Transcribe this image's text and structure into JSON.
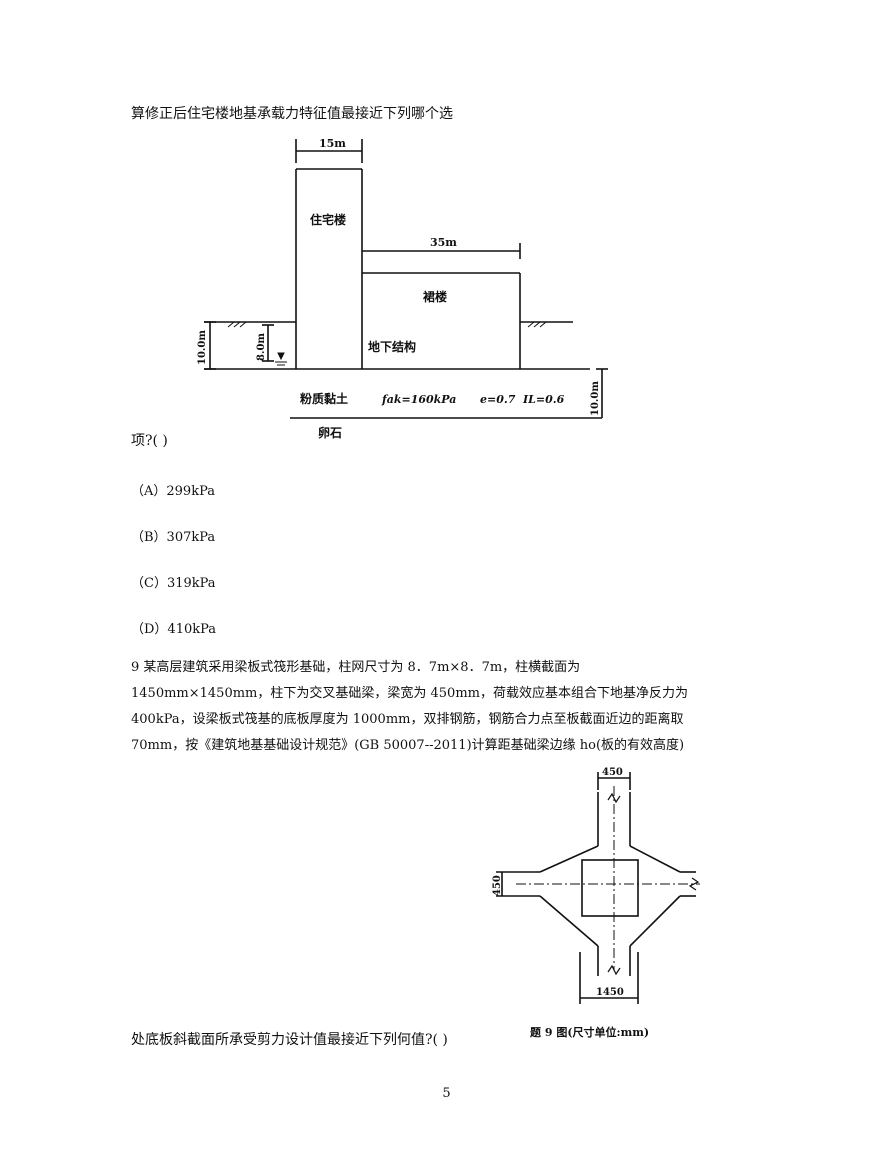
{
  "q8": {
    "stem_before_figure": "算修正后住宅楼地基承载力特征值最接近下列哪个选",
    "stem_after_figure": "项?( )",
    "options": [
      "（A）299kPa",
      "（B）307kPa",
      "（C）319kPa",
      "（D）410kPa"
    ]
  },
  "figure1": {
    "width_main": "15m",
    "label_main": "住宅楼",
    "width_podium": "35m",
    "label_podium": "裙楼",
    "label_basement": "地下结构",
    "depth_left": "10.0m",
    "water_depth": "8.0m",
    "soil_name": "粉质黏土",
    "soil_fak": "fak=160kPa",
    "soil_e": "e=0.7",
    "soil_il": "IL=0.6",
    "layer_thickness": "10.0m",
    "bottom_layer": "卵石"
  },
  "q9": {
    "lines": [
      "9 某高层建筑采用梁板式筏形基础，柱网尺寸为 8．7m×8．7m，柱横截面为",
      "1450mm×1450mm，柱下为交叉基础梁，梁宽为 450mm，荷载效应基本组合下地基净反力为",
      "400kPa，设梁板式筏基的底板厚度为 1000mm，双排钢筋，钢筋合力点至板截面近边的距离取",
      "70mm，按《建筑地基基础设计规范》(GB 50007--2011)计算距基础梁边缘 ho(板的有效高度)"
    ],
    "stem_after_figure": "处底板斜截面所承受剪力设计值最接近下列何值?( )"
  },
  "figure2": {
    "dim_top": "450",
    "dim_left": "450",
    "dim_bottom": "1450",
    "caption": "题 9 图(尺寸单位:mm)"
  },
  "page_number": "5"
}
